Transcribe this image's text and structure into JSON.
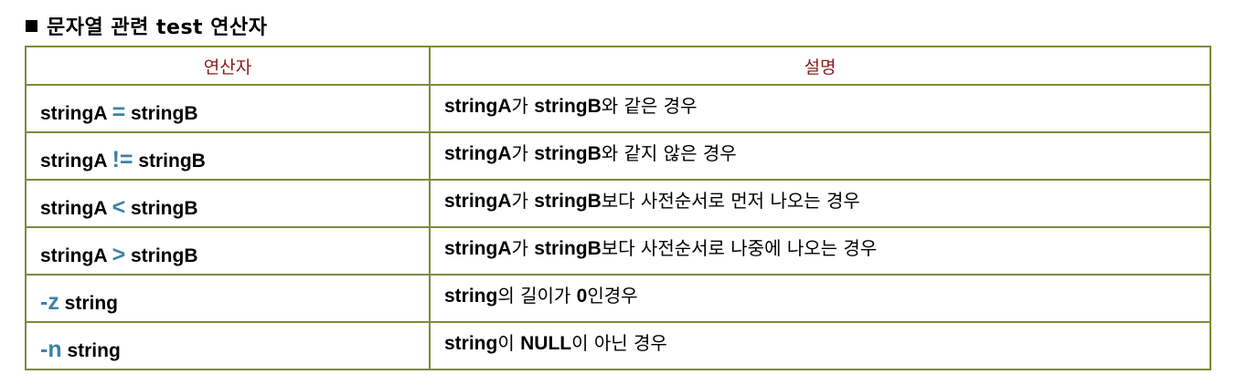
{
  "heading": {
    "text": "문자열 관련 test 연산자"
  },
  "table": {
    "headers": {
      "operator": "연산자",
      "description": "설명"
    },
    "rows": [
      {
        "left": "stringA",
        "op": "=",
        "right": "stringB",
        "desc": [
          {
            "t": "stringA",
            "b": true
          },
          {
            "t": "가 ",
            "b": false
          },
          {
            "t": "stringB",
            "b": true
          },
          {
            "t": "와 같은 경우",
            "b": false
          }
        ]
      },
      {
        "left": "stringA",
        "op": "!=",
        "right": "stringB",
        "desc": [
          {
            "t": "stringA",
            "b": true
          },
          {
            "t": "가 ",
            "b": false
          },
          {
            "t": "stringB",
            "b": true
          },
          {
            "t": "와 같지 않은 경우",
            "b": false
          }
        ]
      },
      {
        "left": "stringA",
        "op": "<",
        "right": "stringB",
        "desc": [
          {
            "t": "stringA",
            "b": true
          },
          {
            "t": "가 ",
            "b": false
          },
          {
            "t": "stringB",
            "b": true
          },
          {
            "t": "보다 사전순서로 먼저 나오는 경우",
            "b": false
          }
        ]
      },
      {
        "left": "stringA",
        "op": ">",
        "right": "stringB",
        "desc": [
          {
            "t": "stringA",
            "b": true
          },
          {
            "t": "가 ",
            "b": false
          },
          {
            "t": "stringB",
            "b": true
          },
          {
            "t": "보다 사전순서로 나중에 나오는 경우",
            "b": false
          }
        ]
      },
      {
        "left": "",
        "op": "-z",
        "right": "string",
        "desc": [
          {
            "t": "string",
            "b": true
          },
          {
            "t": "의 길이가 ",
            "b": false
          },
          {
            "t": "0",
            "b": true
          },
          {
            "t": "인경우",
            "b": false
          }
        ]
      },
      {
        "left": "",
        "op": "-n",
        "right": "string",
        "desc": [
          {
            "t": "string",
            "b": true
          },
          {
            "t": "이 ",
            "b": false
          },
          {
            "t": "NULL",
            "b": true
          },
          {
            "t": "이 아닌 경우",
            "b": false
          }
        ]
      }
    ]
  }
}
